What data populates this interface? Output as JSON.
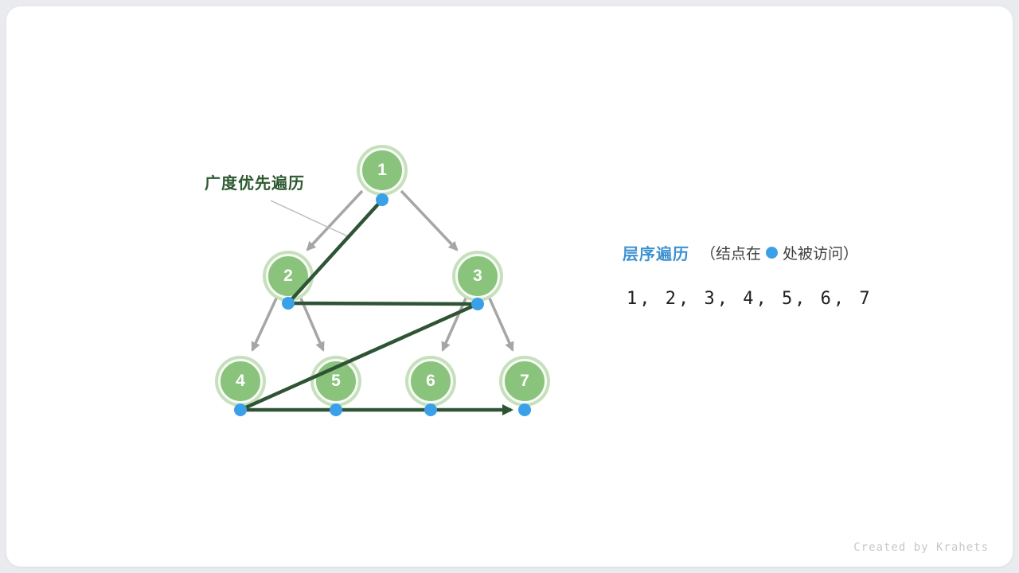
{
  "canvas": {
    "watermark": "Created by Krahets"
  },
  "tree": {
    "nodes": [
      "1",
      "2",
      "3",
      "4",
      "5",
      "6",
      "7"
    ],
    "edges": [
      [
        "1",
        "2"
      ],
      [
        "1",
        "3"
      ],
      [
        "2",
        "4"
      ],
      [
        "2",
        "5"
      ],
      [
        "3",
        "6"
      ],
      [
        "3",
        "7"
      ]
    ],
    "traversal_order": [
      "1",
      "2",
      "3",
      "4",
      "5",
      "6",
      "7"
    ]
  },
  "annotations": {
    "bfs_label": "广度优先遍历",
    "legend_title": "层序遍历",
    "legend_note_prefix": "（结点在",
    "legend_note_suffix": "处被访问）",
    "sequence": "1, 2, 3, 4, 5, 6, 7"
  },
  "colors": {
    "node_green": "#8ac47c",
    "node_ring_green": "#c6e0bc",
    "edge_gray": "#a6a6a6",
    "traversal_path_green": "#2f5435",
    "visit_dot_blue": "#3aa0e8",
    "bfs_label_green": "#2e5a31",
    "legend_blue": "#3d91d1"
  }
}
